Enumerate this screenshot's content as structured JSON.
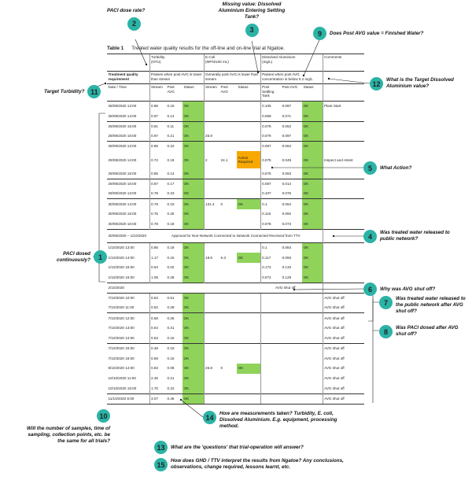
{
  "table": {
    "number": "Table 1",
    "title": "Treated water quality results for the off-line and on-line trial at Ngatoe.",
    "headers": {
      "turbidity": "Turbidity",
      "turbidity_unit": "(NTU)",
      "ecoli": "E.Coli",
      "ecoli_unit": "(MPN/100 mL)",
      "aluminium": "Dissolved Aluminium",
      "aluminium_unit": "(mg/L)",
      "comments": "Comments"
    },
    "requirement": {
      "label": "Treatment quality requirement",
      "turbidity": "Passes when post AVG is lower than stream",
      "ecoli": "Generally post AVG is lower than stream",
      "aluminium": "Passes when post AVG concentration is below 0.2 mg/L"
    },
    "columns": {
      "date_time": "Date / Time",
      "stream": "Stream",
      "post_avg": "Post AVG",
      "status": "Status",
      "post_settling": "Post Settling Tank"
    },
    "groups": [
      {
        "rows": [
          {
            "date": "28/09/2020 13:00",
            "t_stream": "0.88",
            "t_post": "0.19",
            "t_status": "OK",
            "e_stream": "",
            "e_post": "",
            "e_status": "",
            "al_settle": "0.105",
            "al_post": "0.087",
            "al_status": "OK",
            "comment": "Plant Start"
          },
          {
            "date": "28/09/2020 14:00",
            "t_stream": "0.97",
            "t_post": "0.14",
            "t_status": "OK",
            "e_stream": "",
            "e_post": "",
            "e_status": "",
            "al_settle": "0.069",
            "al_post": "0.071",
            "al_status": "OK",
            "comment": ""
          }
        ]
      },
      {
        "rows": [
          {
            "date": "28/09/2020 15:00",
            "t_stream": "0.81",
            "t_post": "0.11",
            "t_status": "OK",
            "e_stream": "",
            "e_post": "",
            "e_status": "",
            "al_settle": "0.078",
            "al_post": "0.052",
            "al_status": "OK",
            "comment": ""
          },
          {
            "date": "28/09/2020 16:00",
            "t_stream": "0.97",
            "t_post": "0.21",
            "t_status": "OK",
            "e_stream": "25.9",
            "e_post": "",
            "e_status": "",
            "al_settle": "0.079",
            "al_post": "0.097",
            "al_status": "OK",
            "comment": ""
          }
        ]
      },
      {
        "rows": [
          {
            "date": "29/09/2020 13:00",
            "t_stream": "0.85",
            "t_post": "0.22",
            "t_status": "OK",
            "e_stream": "",
            "e_post": "",
            "e_status": "",
            "al_settle": "0.087",
            "al_post": "0.064",
            "al_status": "OK",
            "comment": ""
          },
          {
            "date": "29/09/2020 14:00",
            "t_stream": "0.72",
            "t_post": "0.19",
            "t_status": "OK",
            "e_stream": "2",
            "e_post": "24.1",
            "e_status": "Action Required",
            "al_settle": "0.075",
            "al_post": "0.049",
            "al_status": "OK",
            "comment": "Inspect and retest"
          },
          {
            "date": "29/09/2020 15:00",
            "t_stream": "0.85",
            "t_post": "0.14",
            "t_status": "OK",
            "e_stream": "",
            "e_post": "",
            "e_status": "",
            "al_settle": "0.075",
            "al_post": "0.063",
            "al_status": "OK",
            "comment": ""
          }
        ]
      },
      {
        "rows": [
          {
            "date": "29/09/2020 16:00",
            "t_stream": "0.87",
            "t_post": "0.17",
            "t_status": "OK",
            "e_stream": "",
            "e_post": "",
            "e_status": "",
            "al_settle": "0.087",
            "al_post": "0.014",
            "al_status": "OK",
            "comment": ""
          },
          {
            "date": "29/09/2020 13:00",
            "t_stream": "0.78",
            "t_post": "0.23",
            "t_status": "OK",
            "e_stream": "",
            "e_post": "",
            "e_status": "",
            "al_settle": "0.107",
            "al_post": "0.076",
            "al_status": "OK",
            "comment": ""
          }
        ]
      },
      {
        "rows": [
          {
            "date": "30/09/2020 14:00",
            "t_stream": "0.79",
            "t_post": "0.19",
            "t_status": "OK",
            "e_stream": "131.4",
            "e_post": "0",
            "e_status": "OK",
            "al_settle": "0.1",
            "al_post": "0.064",
            "al_status": "OK",
            "comment": ""
          },
          {
            "date": "30/09/2020 15:00",
            "t_stream": "0.75",
            "t_post": "0.25",
            "t_status": "OK",
            "e_stream": "",
            "e_post": "",
            "e_status": "",
            "al_settle": "0.116",
            "al_post": "0.092",
            "al_status": "OK",
            "comment": ""
          },
          {
            "date": "30/09/2020 16:00",
            "t_stream": "0.78",
            "t_post": "0.19",
            "t_status": "OK",
            "e_stream": "",
            "e_post": "",
            "e_status": "",
            "al_settle": "0.078",
            "al_post": "0.073",
            "al_status": "OK",
            "comment": ""
          }
        ]
      }
    ],
    "approval": {
      "date": "30/09/2020 – 1/10/2020",
      "text": "Approval for Non-Network Connected to Network Connected Received from TTV"
    },
    "groups_after_approval": [
      {
        "rows": [
          {
            "date": "1/10/2020 13:00",
            "t_stream": "0.85",
            "t_post": "0.19",
            "t_status": "OK",
            "e_stream": "",
            "e_post": "",
            "e_status": "",
            "al_settle": "0.1",
            "al_post": "0.084",
            "al_status": "OK",
            "comment": ""
          },
          {
            "date": "1/10/2020 14:00",
            "t_stream": "1.17",
            "t_post": "0.15",
            "t_status": "OK",
            "e_stream": "18.5",
            "e_post": "6.3",
            "e_status": "OK",
            "al_settle": "0.117",
            "al_post": "0.093",
            "al_status": "OK",
            "comment": ""
          },
          {
            "date": "1/10/2020 15:00",
            "t_stream": "0.94",
            "t_post": "0.02",
            "t_status": "OK",
            "e_stream": "",
            "e_post": "",
            "e_status": "",
            "al_settle": "0.172",
            "al_post": "0.133",
            "al_status": "OK",
            "comment": ""
          },
          {
            "date": "1/10/2020 16:00",
            "t_stream": "1.09",
            "t_post": "0.28",
            "t_status": "OK",
            "e_stream": "",
            "e_post": "",
            "e_status": "",
            "al_settle": "0.072",
            "al_post": "0.129",
            "al_status": "OK",
            "comment": ""
          }
        ]
      }
    ],
    "shutoff": {
      "date": "2/10/2020",
      "text": "AVG shut off"
    },
    "groups_after_shutoff": [
      {
        "rows": [
          {
            "date": "7/10/2020 10:00",
            "t_stream": "0.53",
            "t_post": "0.51",
            "t_status": "OK",
            "e_stream": "",
            "e_post": "",
            "e_status": "",
            "al_settle": "",
            "al_post": "",
            "al_status": "",
            "comment": "AVG shut off"
          },
          {
            "date": "7/10/2020 11:00",
            "t_stream": "0.52",
            "t_post": "0.29",
            "t_status": "OK",
            "e_stream": "",
            "e_post": "",
            "e_status": "",
            "al_settle": "",
            "al_post": "",
            "al_status": "",
            "comment": "AVG shut off"
          }
        ]
      },
      {
        "rows": [
          {
            "date": "7/10/2020 12:00",
            "t_stream": "0.58",
            "t_post": "0.26",
            "t_status": "OK",
            "e_stream": "",
            "e_post": "",
            "e_status": "",
            "al_settle": "",
            "al_post": "",
            "al_status": "",
            "comment": "AVG shut off"
          },
          {
            "date": "7/10/2020 13:00",
            "t_stream": "0.64",
            "t_post": "0.31",
            "t_status": "OK",
            "e_stream": "",
            "e_post": "",
            "e_status": "",
            "al_settle": "",
            "al_post": "",
            "al_status": "",
            "comment": "AVG shut off"
          },
          {
            "date": "7/10/2020 14:00",
            "t_stream": "0.53",
            "t_post": "0.16",
            "t_status": "OK",
            "e_stream": "",
            "e_post": "",
            "e_status": "",
            "al_settle": "",
            "al_post": "",
            "al_status": "",
            "comment": "AVG shut off"
          }
        ]
      },
      {
        "rows": [
          {
            "date": "7/10/2020 15:00",
            "t_stream": "0.48",
            "t_post": "0.19",
            "t_status": "OK",
            "e_stream": "",
            "e_post": "",
            "e_status": "",
            "al_settle": "",
            "al_post": "",
            "al_status": "",
            "comment": "AVG shut off"
          },
          {
            "date": "7/10/2020 16:00",
            "t_stream": "0.59",
            "t_post": "0.18",
            "t_status": "OK",
            "e_stream": "",
            "e_post": "",
            "e_status": "",
            "al_settle": "",
            "al_post": "",
            "al_status": "",
            "comment": "AVG shut off"
          },
          {
            "date": "8/10/2020 14:00",
            "t_stream": "0.83",
            "t_post": "0.08",
            "t_status": "OK",
            "e_stream": "26.8",
            "e_post": "0",
            "e_status": "OK",
            "al_settle": "",
            "al_post": "",
            "al_status": "",
            "comment": "AVG shut off"
          },
          {
            "date": "10/10/2020 11:00",
            "t_stream": "2.46",
            "t_post": "0.21",
            "t_status": "OK",
            "e_stream": "",
            "e_post": "",
            "e_status": "",
            "al_settle": "",
            "al_post": "",
            "al_status": "",
            "comment": "AVG shut off"
          },
          {
            "date": "10/10/2020 15:00",
            "t_stream": "1.70",
            "t_post": "0.22",
            "t_status": "OK",
            "e_stream": "",
            "e_post": "",
            "e_status": "",
            "al_settle": "",
            "al_post": "",
            "al_status": "",
            "comment": "AVG shut off"
          }
        ]
      },
      {
        "rows": [
          {
            "date": "11/10/2020 8:00",
            "t_stream": "3.07",
            "t_post": "0.46",
            "t_status": "OK",
            "e_stream": "",
            "e_post": "",
            "e_status": "",
            "al_settle": "",
            "al_post": "",
            "al_status": "",
            "comment": "AVG shut off"
          }
        ]
      }
    ]
  },
  "callouts": [
    {
      "number": "1",
      "text": "PACl dosed continuously?"
    },
    {
      "number": "2",
      "text": "PACl dose rate?"
    },
    {
      "number": "3",
      "text": "Missing value: Dissolved Aluminium Entering Settling Tank?"
    },
    {
      "number": "4",
      "text": "Was treated water released to public network?"
    },
    {
      "number": "5",
      "text": "What Action?"
    },
    {
      "number": "6",
      "text": "Why was AVG shut off?"
    },
    {
      "number": "7",
      "text": "Was treated water released to the public network after AVG shut off?"
    },
    {
      "number": "8",
      "text": "Was PACl dosed after AVG shut off?"
    },
    {
      "number": "9",
      "text": "Does Post  AVG value = Finished Water?"
    },
    {
      "number": "10",
      "text": "Will the number of samples, time of sampling, collection points, etc. be the same for all trials?"
    },
    {
      "number": "11",
      "text": "Target Turbidity?"
    },
    {
      "number": "12",
      "text": "What is the Target Dissolved Aluminium value?"
    },
    {
      "number": "13",
      "text": "What are the 'questions' that trial-operation will answer?"
    },
    {
      "number": "14",
      "text": "How are measurements taken? Turbidity, E. coli, Dissolved Aluminium. E.g. equipment, processing method."
    },
    {
      "number": "15",
      "text": "How does GHD / TTV interpret the results from Ngatoe? Any conclusions, observations, change required, lessons learnt, etc."
    }
  ],
  "colors": {
    "badge": "#2bb3a6",
    "ok": "#8fd35a",
    "action": "#f7a800"
  }
}
